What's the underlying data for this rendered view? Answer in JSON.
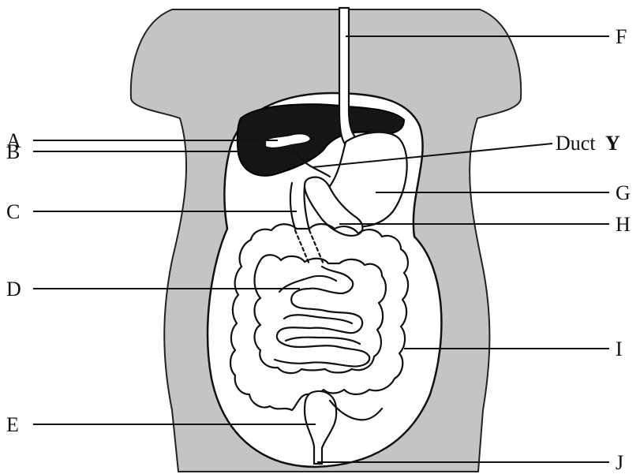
{
  "diagram": {
    "labels": {
      "a": "A",
      "b": "B",
      "c": "C",
      "d": "D",
      "e": "E",
      "f": "F",
      "duct_prefix": "Duct",
      "duct_letter": "Y",
      "g": "G",
      "h": "H",
      "i": "I",
      "j": "J"
    }
  }
}
